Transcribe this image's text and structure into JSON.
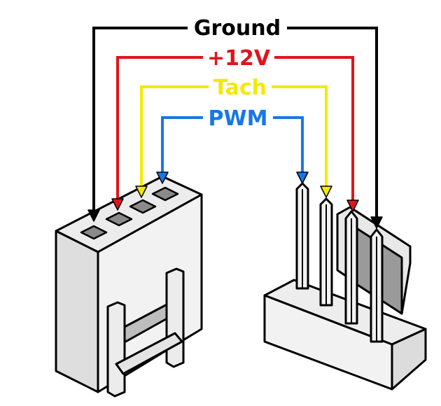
{
  "signals": [
    {
      "id": "ground",
      "label": "Ground",
      "color": "#000000"
    },
    {
      "id": "v12",
      "label": "+12V",
      "color": "#e0151b"
    },
    {
      "id": "tach",
      "label": "Tach",
      "color": "#f2ea00"
    },
    {
      "id": "pwm",
      "label": "PWM",
      "color": "#1877e6"
    }
  ],
  "icons": {
    "female_connector": "fan-connector-female-4pin",
    "male_header": "fan-header-male-4pin"
  }
}
